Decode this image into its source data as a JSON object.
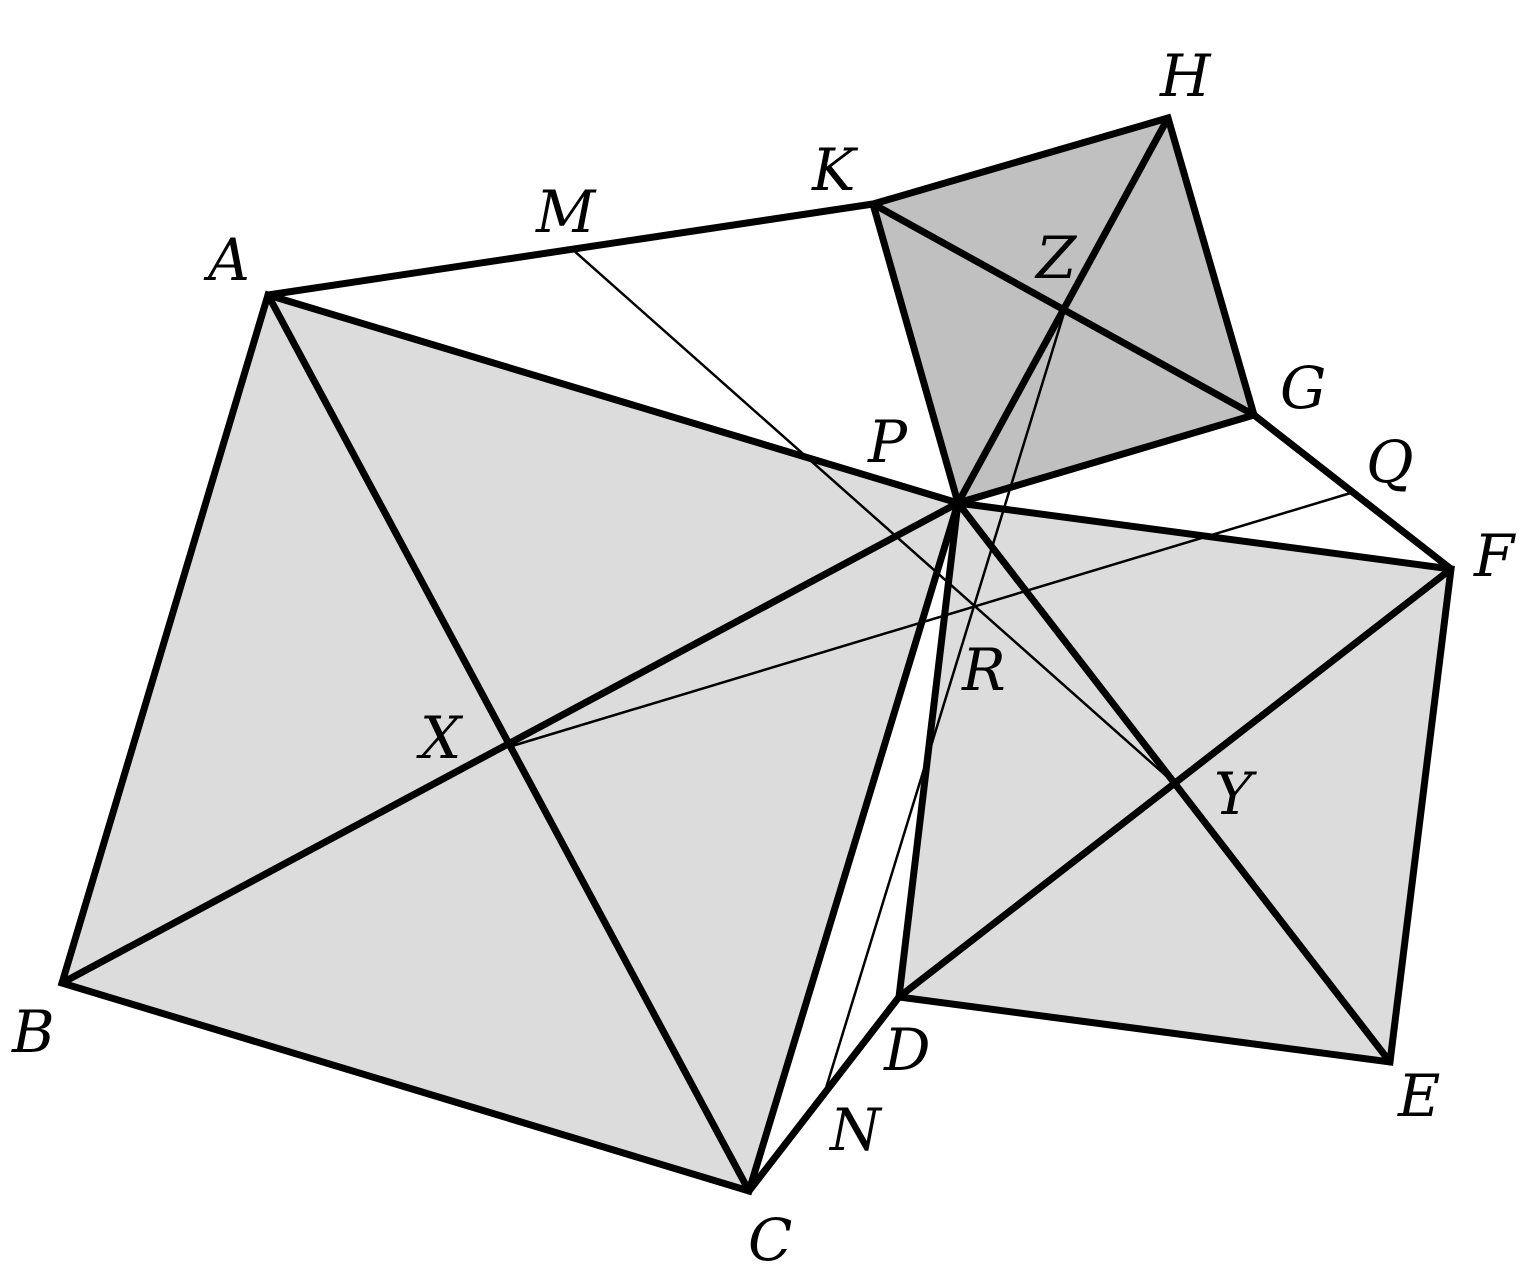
{
  "diagram": {
    "colors": {
      "background": "#ffffff",
      "stroke": "#000000",
      "light_fill": "#dcdcdc",
      "dark_fill": "#c0c0c0"
    },
    "labels": {
      "A": "A",
      "B": "B",
      "C": "C",
      "D": "D",
      "E": "E",
      "F": "F",
      "G": "G",
      "H": "H",
      "K": "K",
      "M": "M",
      "N": "N",
      "P": "P",
      "Q": "Q",
      "R": "R",
      "X": "X",
      "Y": "Y",
      "Z": "Z"
    }
  }
}
